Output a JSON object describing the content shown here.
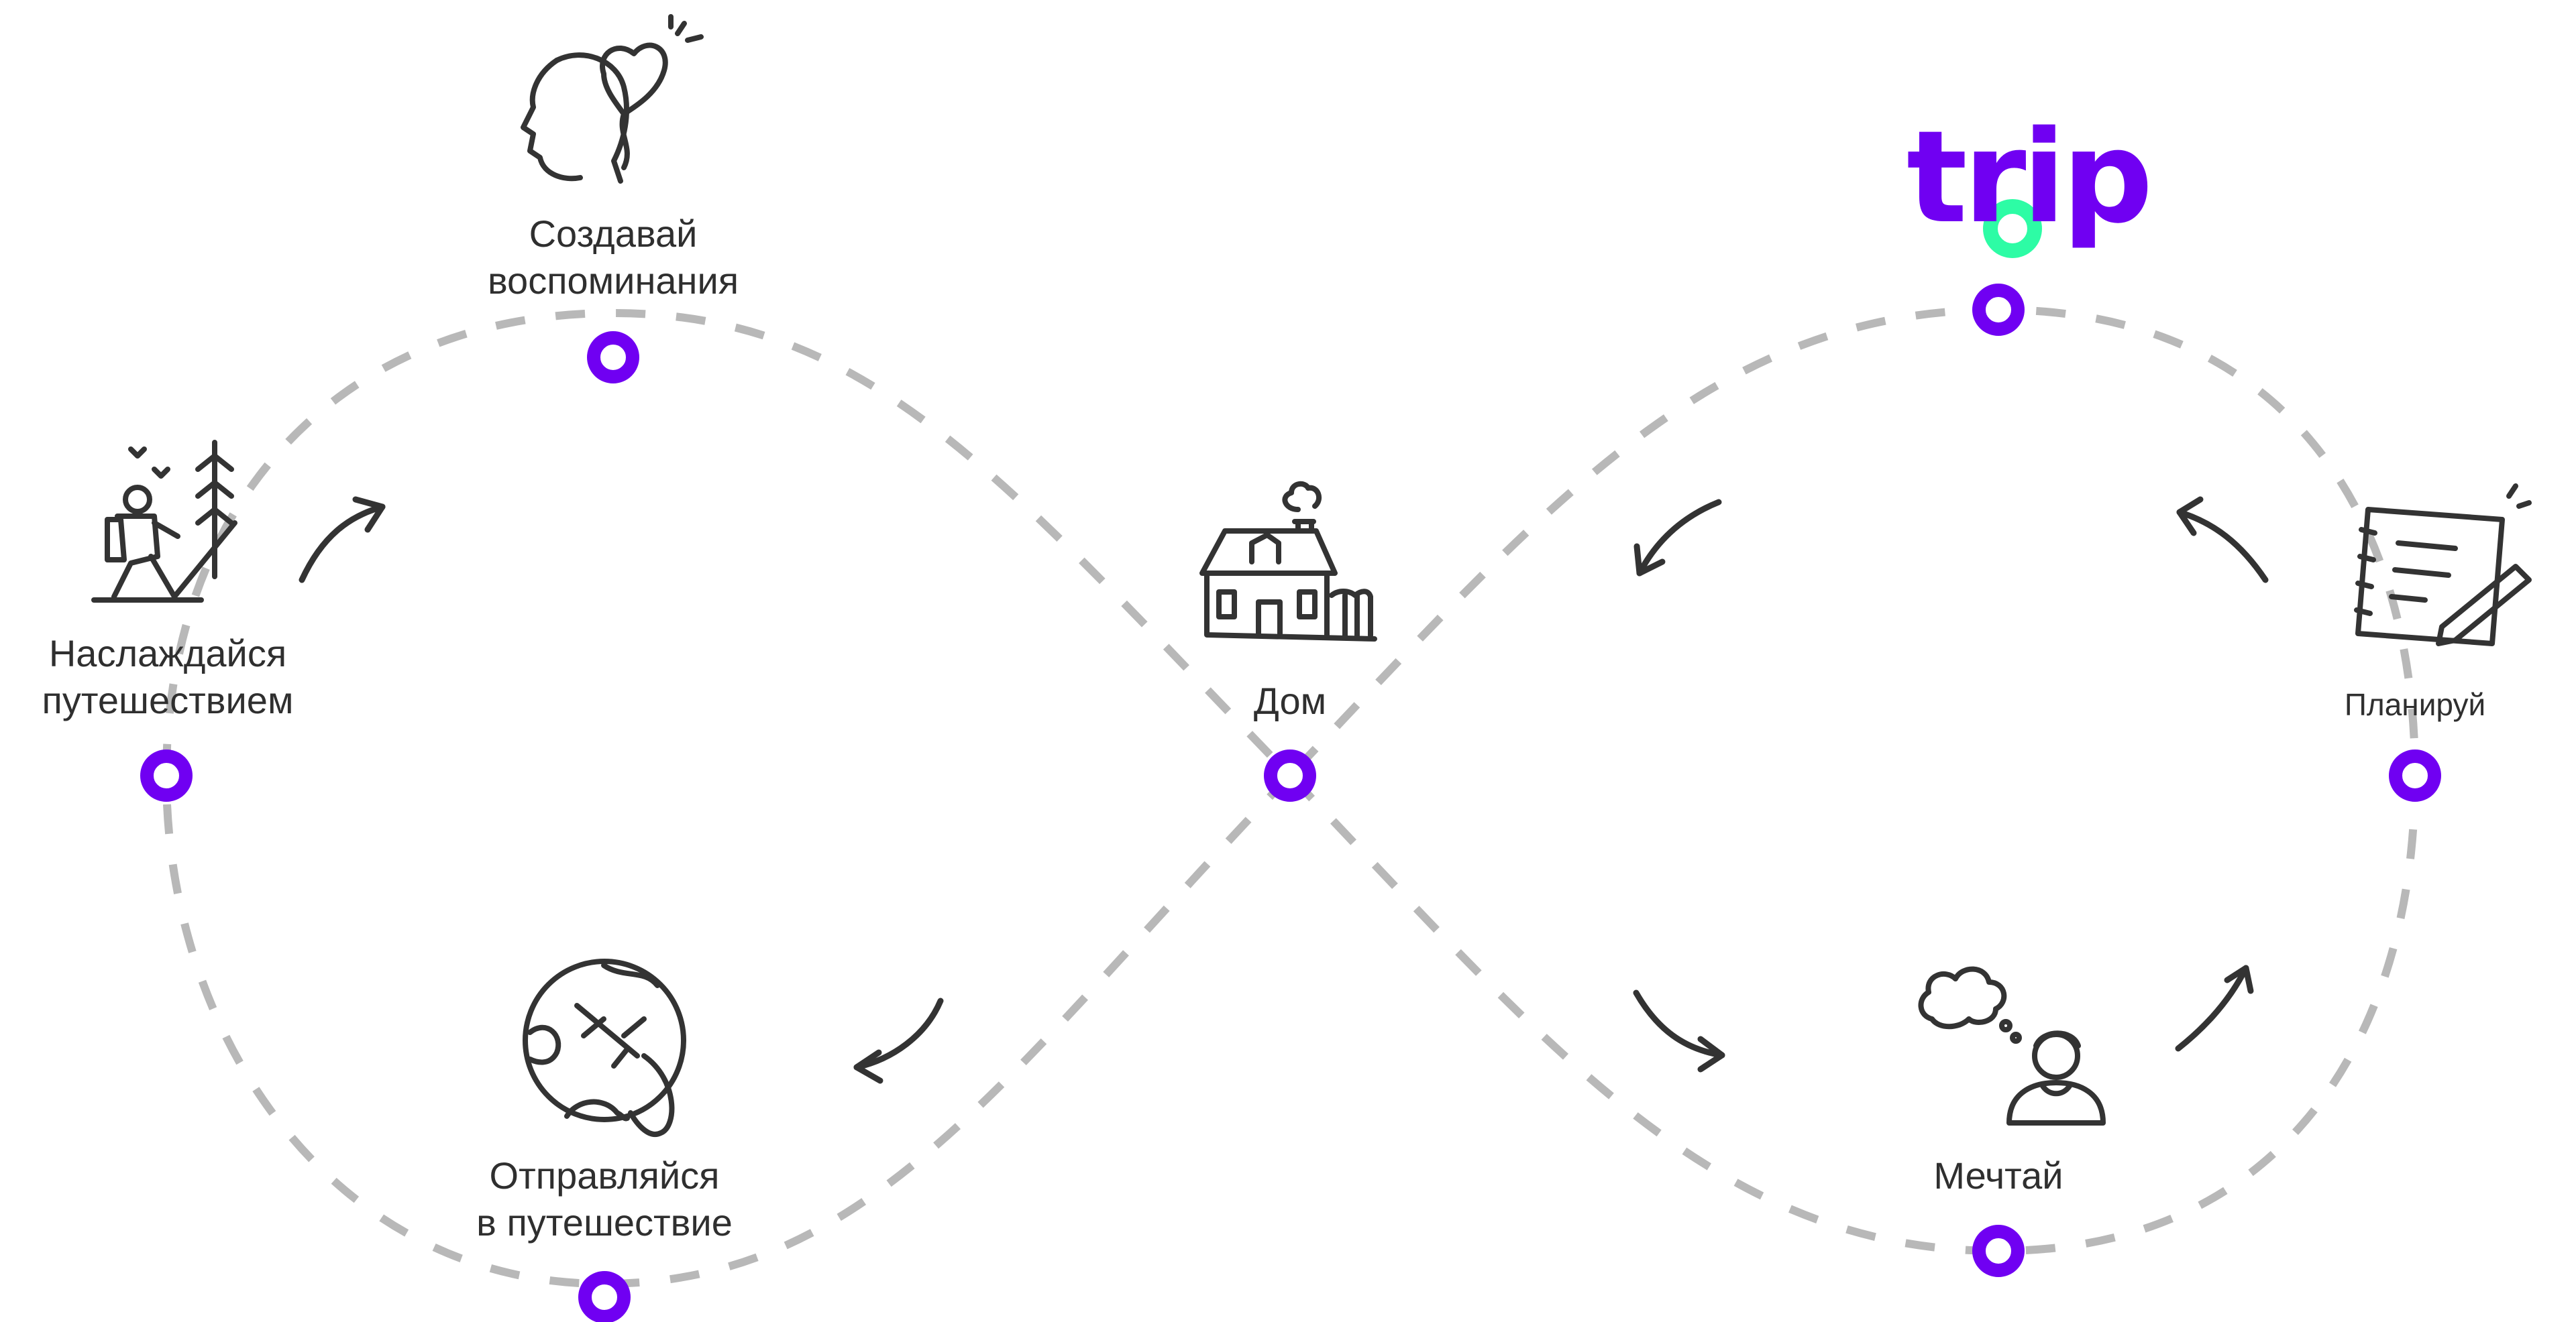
{
  "brand": {
    "logo_text": "trip",
    "primary_color": "#7000f2",
    "accent_color": "#2dfca5"
  },
  "stages": [
    {
      "id": "memories",
      "line1": "Создавай",
      "line2": "воспоминания",
      "icon": "head-heart-balloon-icon"
    },
    {
      "id": "enjoy",
      "line1": "Наслаждайся",
      "line2": "путешествием",
      "icon": "hiker-icon"
    },
    {
      "id": "home",
      "line1": "Дом",
      "icon": "house-icon"
    },
    {
      "id": "go",
      "line1": "Отправляйся",
      "line2": "в путешествие",
      "icon": "globe-airplane-icon"
    },
    {
      "id": "dream",
      "line1": "Мечтай",
      "icon": "dreaming-person-icon"
    },
    {
      "id": "plan",
      "line1": "Планируй",
      "icon": "notebook-pencil-icon"
    }
  ]
}
